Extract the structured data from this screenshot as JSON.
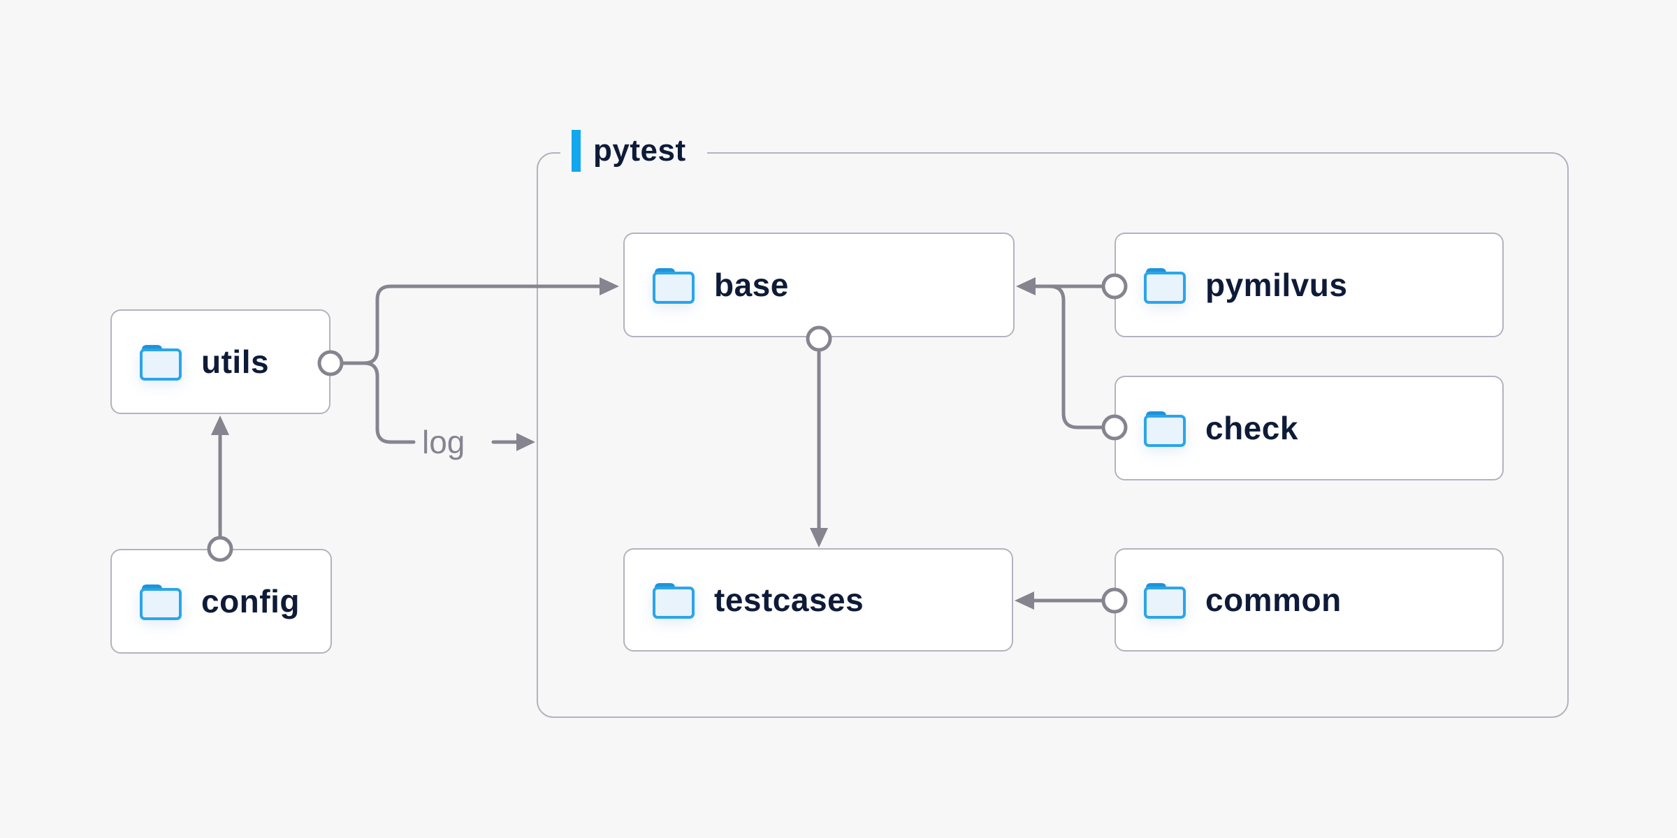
{
  "container": {
    "label": "pytest"
  },
  "edge_label": {
    "text": "log"
  },
  "nodes": {
    "utils": {
      "label": "utils",
      "icon": "folder-icon"
    },
    "config": {
      "label": "config",
      "icon": "folder-icon"
    },
    "base": {
      "label": "base",
      "icon": "folder-icon"
    },
    "testcases": {
      "label": "testcases",
      "icon": "folder-icon"
    },
    "pymilvus": {
      "label": "pymilvus",
      "icon": "folder-icon"
    },
    "check": {
      "label": "check",
      "icon": "folder-icon"
    },
    "common": {
      "label": "common",
      "icon": "folder-icon"
    }
  },
  "edges": [
    {
      "from": "config",
      "to": "utils",
      "style": "arrow"
    },
    {
      "from": "utils",
      "to": "base",
      "style": "arrow"
    },
    {
      "from": "utils",
      "to": "log",
      "style": "labeled-arrow"
    },
    {
      "from": "pymilvus",
      "to": "base",
      "style": "arrow"
    },
    {
      "from": "check",
      "to": "base",
      "style": "arrow"
    },
    {
      "from": "base",
      "to": "testcases",
      "style": "arrow"
    },
    {
      "from": "common",
      "to": "testcases",
      "style": "arrow"
    }
  ],
  "colors": {
    "background": "#f7f7f8",
    "accent_bar": "#12a7ee",
    "connector": "#85848f",
    "box_border": "#b4b2be",
    "box_background": "#ffffff",
    "label_text": "#0e1b38",
    "folder_outline": "#2aa5ea",
    "folder_tab": "#1e92da",
    "folder_fill": "#e8f3fc"
  }
}
